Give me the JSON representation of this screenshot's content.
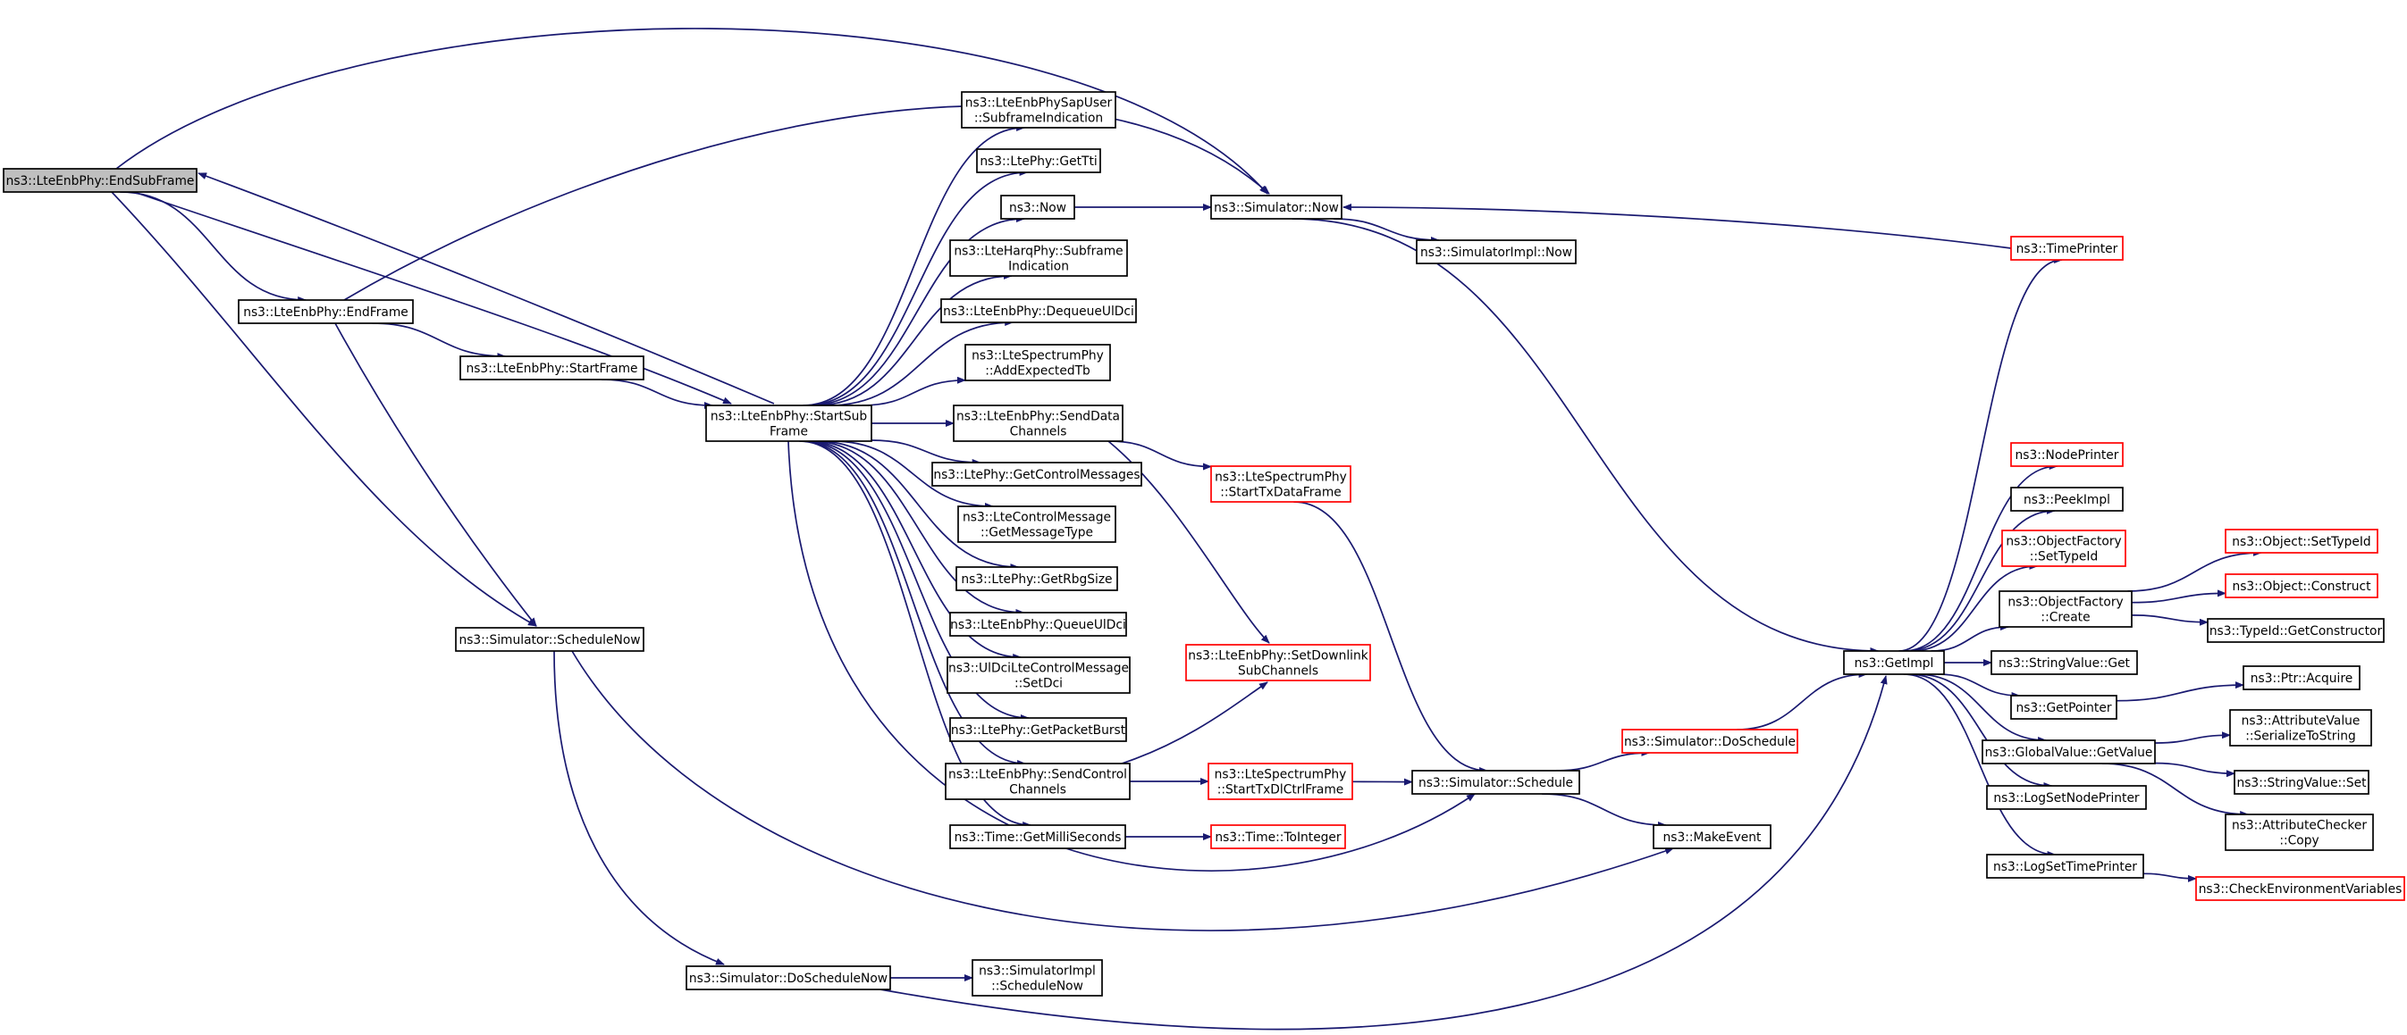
{
  "colors": {
    "edge": "#191970",
    "node_border": "#000000",
    "node_incomplete_border": "#ff0000",
    "node_fill": "#ffffff",
    "root_fill": "#bfbfbf"
  },
  "nodes": [
    {
      "id": "endsubframe",
      "lines": [
        "ns3::LteEnbPhy::EndSubFrame"
      ],
      "root": true
    },
    {
      "id": "endframe",
      "lines": [
        "ns3::LteEnbPhy::EndFrame"
      ]
    },
    {
      "id": "startframe",
      "lines": [
        "ns3::LteEnbPhy::StartFrame"
      ]
    },
    {
      "id": "startsubframe",
      "lines": [
        "ns3::LteEnbPhy::StartSub",
        "Frame"
      ]
    },
    {
      "id": "schedulenow",
      "lines": [
        "ns3::Simulator::ScheduleNow"
      ]
    },
    {
      "id": "doschedulenow",
      "lines": [
        "ns3::Simulator::DoScheduleNow"
      ]
    },
    {
      "id": "simimpl_schedulenow",
      "lines": [
        "ns3::SimulatorImpl",
        "::ScheduleNow"
      ]
    },
    {
      "id": "subframeindication",
      "lines": [
        "ns3::LteEnbPhySapUser",
        "::SubframeIndication"
      ]
    },
    {
      "id": "gettti",
      "lines": [
        "ns3::LtePhy::GetTti"
      ]
    },
    {
      "id": "now",
      "lines": [
        "ns3::Now"
      ]
    },
    {
      "id": "harq",
      "lines": [
        "ns3::LteHarqPhy::Subframe",
        "Indication"
      ]
    },
    {
      "id": "dequeueuldci",
      "lines": [
        "ns3::LteEnbPhy::DequeueUlDci"
      ]
    },
    {
      "id": "addexpectedtb",
      "lines": [
        "ns3::LteSpectrumPhy",
        "::AddExpectedTb"
      ]
    },
    {
      "id": "senddatachannels",
      "lines": [
        "ns3::LteEnbPhy::SendData",
        "Channels"
      ]
    },
    {
      "id": "getcontrolmessages",
      "lines": [
        "ns3::LtePhy::GetControlMessages"
      ]
    },
    {
      "id": "getmessagetype",
      "lines": [
        "ns3::LteControlMessage",
        "::GetMessageType"
      ]
    },
    {
      "id": "getrbgsize",
      "lines": [
        "ns3::LtePhy::GetRbgSize"
      ]
    },
    {
      "id": "queueuldci",
      "lines": [
        "ns3::LteEnbPhy::QueueUlDci"
      ]
    },
    {
      "id": "setdci",
      "lines": [
        "ns3::UlDciLteControlMessage",
        "::SetDci"
      ]
    },
    {
      "id": "getpacketburst",
      "lines": [
        "ns3::LtePhy::GetPacketBurst"
      ]
    },
    {
      "id": "sendcontrolchannels",
      "lines": [
        "ns3::LteEnbPhy::SendControl",
        "Channels"
      ]
    },
    {
      "id": "getmilliseconds",
      "lines": [
        "ns3::Time::GetMilliSeconds"
      ]
    },
    {
      "id": "simnow",
      "lines": [
        "ns3::Simulator::Now"
      ]
    },
    {
      "id": "simimplnow",
      "lines": [
        "ns3::SimulatorImpl::Now"
      ]
    },
    {
      "id": "starttxdataframe",
      "lines": [
        "ns3::LteSpectrumPhy",
        "::StartTxDataFrame"
      ],
      "incomplete": true
    },
    {
      "id": "setdownlink",
      "lines": [
        "ns3::LteEnbPhy::SetDownlink",
        "SubChannels"
      ],
      "incomplete": true
    },
    {
      "id": "starttxdlctrl",
      "lines": [
        "ns3::LteSpectrumPhy",
        "::StartTxDlCtrlFrame"
      ],
      "incomplete": true
    },
    {
      "id": "tointeger",
      "lines": [
        "ns3::Time::ToInteger"
      ],
      "incomplete": true
    },
    {
      "id": "schedule",
      "lines": [
        "ns3::Simulator::Schedule"
      ]
    },
    {
      "id": "doschedule",
      "lines": [
        "ns3::Simulator::DoSchedule"
      ],
      "incomplete": true
    },
    {
      "id": "makeevent",
      "lines": [
        "ns3::MakeEvent"
      ]
    },
    {
      "id": "timeprinter",
      "lines": [
        "ns3::TimePrinter"
      ],
      "incomplete": true
    },
    {
      "id": "getimpl",
      "lines": [
        "ns3::GetImpl"
      ]
    },
    {
      "id": "nodeprinter",
      "lines": [
        "ns3::NodePrinter"
      ],
      "incomplete": true
    },
    {
      "id": "peekimpl",
      "lines": [
        "ns3::PeekImpl"
      ]
    },
    {
      "id": "of_settypeid",
      "lines": [
        "ns3::ObjectFactory",
        "::SetTypeId"
      ],
      "incomplete": true
    },
    {
      "id": "of_create",
      "lines": [
        "ns3::ObjectFactory",
        "::Create"
      ]
    },
    {
      "id": "stringvalue_get",
      "lines": [
        "ns3::StringValue::Get"
      ]
    },
    {
      "id": "getpointer",
      "lines": [
        "ns3::GetPointer"
      ]
    },
    {
      "id": "gv_getvalue",
      "lines": [
        "ns3::GlobalValue::GetValue"
      ]
    },
    {
      "id": "logsetnodeprinter",
      "lines": [
        "ns3::LogSetNodePrinter"
      ]
    },
    {
      "id": "logsettimeprinter",
      "lines": [
        "ns3::LogSetTimePrinter"
      ]
    },
    {
      "id": "obj_settypeid",
      "lines": [
        "ns3::Object::SetTypeId"
      ],
      "incomplete": true
    },
    {
      "id": "obj_construct",
      "lines": [
        "ns3::Object::Construct"
      ],
      "incomplete": true
    },
    {
      "id": "getconstructor",
      "lines": [
        "ns3::TypeId::GetConstructor"
      ]
    },
    {
      "id": "ptr_acquire",
      "lines": [
        "ns3::Ptr::Acquire"
      ]
    },
    {
      "id": "av_serialize",
      "lines": [
        "ns3::AttributeValue",
        "::SerializeToString"
      ]
    },
    {
      "id": "stringvalue_set",
      "lines": [
        "ns3::StringValue::Set"
      ]
    },
    {
      "id": "ac_copy",
      "lines": [
        "ns3::AttributeChecker",
        "::Copy"
      ]
    },
    {
      "id": "checkenv",
      "lines": [
        "ns3::CheckEnvironmentVariables"
      ],
      "incomplete": true
    }
  ],
  "edges": [
    [
      "endsubframe",
      "simnow"
    ],
    [
      "endsubframe",
      "endframe"
    ],
    [
      "endsubframe",
      "startsubframe"
    ],
    [
      "endsubframe",
      "schedulenow"
    ],
    [
      "endframe",
      "simnow"
    ],
    [
      "endframe",
      "startframe"
    ],
    [
      "endframe",
      "schedulenow"
    ],
    [
      "startframe",
      "startsubframe"
    ],
    [
      "startsubframe",
      "endsubframe"
    ],
    [
      "startsubframe",
      "subframeindication"
    ],
    [
      "startsubframe",
      "gettti"
    ],
    [
      "startsubframe",
      "now"
    ],
    [
      "startsubframe",
      "harq"
    ],
    [
      "startsubframe",
      "dequeueuldci"
    ],
    [
      "startsubframe",
      "addexpectedtb"
    ],
    [
      "startsubframe",
      "senddatachannels"
    ],
    [
      "startsubframe",
      "getcontrolmessages"
    ],
    [
      "startsubframe",
      "getmessagetype"
    ],
    [
      "startsubframe",
      "getrbgsize"
    ],
    [
      "startsubframe",
      "queueuldci"
    ],
    [
      "startsubframe",
      "setdci"
    ],
    [
      "startsubframe",
      "getpacketburst"
    ],
    [
      "startsubframe",
      "sendcontrolchannels"
    ],
    [
      "startsubframe",
      "getmilliseconds"
    ],
    [
      "startsubframe",
      "schedule"
    ],
    [
      "now",
      "simnow"
    ],
    [
      "simnow",
      "simimplnow"
    ],
    [
      "simnow",
      "getimpl"
    ],
    [
      "timeprinter",
      "simnow"
    ],
    [
      "senddatachannels",
      "starttxdataframe"
    ],
    [
      "senddatachannels",
      "setdownlink"
    ],
    [
      "sendcontrolchannels",
      "setdownlink"
    ],
    [
      "sendcontrolchannels",
      "starttxdlctrl"
    ],
    [
      "getmilliseconds",
      "tointeger"
    ],
    [
      "starttxdataframe",
      "schedule"
    ],
    [
      "starttxdlctrl",
      "schedule"
    ],
    [
      "schedule",
      "doschedule"
    ],
    [
      "schedule",
      "makeevent"
    ],
    [
      "doschedule",
      "getimpl"
    ],
    [
      "schedulenow",
      "doschedulenow"
    ],
    [
      "schedulenow",
      "makeevent"
    ],
    [
      "doschedulenow",
      "simimpl_schedulenow"
    ],
    [
      "doschedulenow",
      "getimpl"
    ],
    [
      "getimpl",
      "timeprinter"
    ],
    [
      "getimpl",
      "nodeprinter"
    ],
    [
      "getimpl",
      "peekimpl"
    ],
    [
      "getimpl",
      "of_settypeid"
    ],
    [
      "getimpl",
      "of_create"
    ],
    [
      "getimpl",
      "stringvalue_get"
    ],
    [
      "getimpl",
      "getpointer"
    ],
    [
      "getimpl",
      "gv_getvalue"
    ],
    [
      "getimpl",
      "logsetnodeprinter"
    ],
    [
      "getimpl",
      "logsettimeprinter"
    ],
    [
      "of_create",
      "obj_settypeid"
    ],
    [
      "of_create",
      "obj_construct"
    ],
    [
      "of_create",
      "getconstructor"
    ],
    [
      "getpointer",
      "ptr_acquire"
    ],
    [
      "gv_getvalue",
      "av_serialize"
    ],
    [
      "gv_getvalue",
      "stringvalue_set"
    ],
    [
      "gv_getvalue",
      "ac_copy"
    ],
    [
      "logsettimeprinter",
      "checkenv"
    ]
  ]
}
